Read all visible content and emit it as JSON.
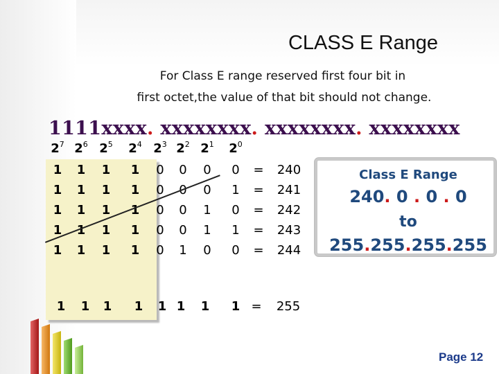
{
  "slide": {
    "title": "CLASS E Range",
    "description": [
      "For Class E range reserved first four bit in",
      "first octet,the value of that bit should not change."
    ],
    "pattern": {
      "prefix": "1111xxxx",
      "octet2": "xxxxxxxx",
      "octet3": "xxxxxxxx",
      "octet4": "xxxxxxxx"
    },
    "headers": [
      {
        "base": "2",
        "exp": "7"
      },
      {
        "base": "2",
        "exp": "6"
      },
      {
        "base": "2",
        "exp": "5"
      },
      {
        "base": "2",
        "exp": "4"
      },
      {
        "base": "2",
        "exp": "3"
      },
      {
        "base": "2",
        "exp": "2"
      },
      {
        "base": "2",
        "exp": "1"
      },
      {
        "base": "2",
        "exp": "0"
      }
    ],
    "rows": [
      {
        "bits": [
          "1",
          "1",
          "1",
          "1",
          "0",
          "0",
          "0",
          "0"
        ],
        "eq": "=",
        "value": "240"
      },
      {
        "bits": [
          "1",
          "1",
          "1",
          "1",
          "0",
          "0",
          "0",
          "1"
        ],
        "eq": "=",
        "value": "241"
      },
      {
        "bits": [
          "1",
          "1",
          "1",
          "1",
          "0",
          "0",
          "1",
          "0"
        ],
        "eq": "=",
        "value": "242"
      },
      {
        "bits": [
          "1",
          "1",
          "1",
          "1",
          "0",
          "0",
          "1",
          "1"
        ],
        "eq": "=",
        "value": "243"
      },
      {
        "bits": [
          "1",
          "1",
          "1",
          "1",
          "0",
          "1",
          "0",
          "0"
        ],
        "eq": "=",
        "value": "244"
      }
    ],
    "max_row": {
      "bits": [
        "1",
        "1",
        "1",
        "1",
        "1",
        "1",
        "1",
        "1"
      ],
      "eq": "=",
      "value": "255"
    },
    "range_box": {
      "heading": "Class E Range",
      "start": [
        "240",
        "0",
        "0",
        "0"
      ],
      "to": "to",
      "end": [
        "255",
        "255",
        "255",
        "255"
      ]
    },
    "page": "Page 12",
    "colors": {
      "pattern_text": "#3c0f4e",
      "dot": "#cc1a1a",
      "range_text": "#1f497d",
      "highlight": "#f6f2c9",
      "page_number": "#1b3a8a"
    },
    "logo_icon": "bar-chart-logo"
  }
}
